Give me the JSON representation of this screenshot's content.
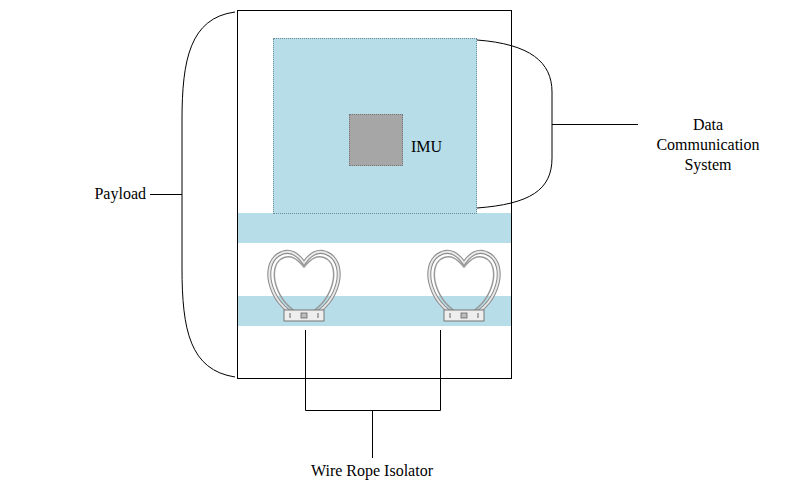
{
  "diagram": {
    "nodes": [
      {
        "text": [
          "Payload"
        ]
      },
      {
        "text": [
          "Data Communication System"
        ],
        "in": 0
      },
      {
        "text": [
          "IMU"
        ],
        "in": 1
      }
    ],
    "labels": [
      "Wire Rope Isolator"
    ]
  }
}
